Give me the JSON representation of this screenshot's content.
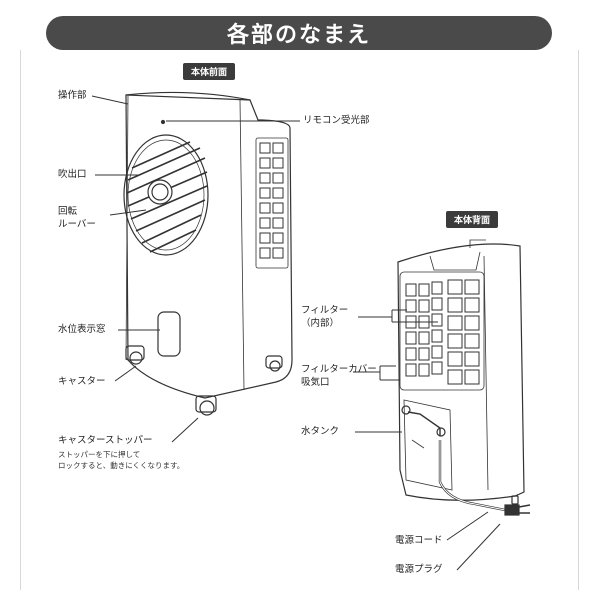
{
  "header": {
    "title": "各部のなまえ"
  },
  "front": {
    "badge": "本体前面",
    "labels": {
      "control_panel": "操作部",
      "remote_receiver": "リモコン受光部",
      "air_outlet": "吹出口",
      "louver_1": "回転",
      "louver_2": "ルーバー",
      "water_window": "水位表示窓",
      "caster": "キャスター",
      "caster_stopper": "キャスターストッパー"
    },
    "caster_note": [
      "ストッパーを下に押して",
      "ロックすると、動きにくくなります。"
    ]
  },
  "back": {
    "badge": "本体背面",
    "labels": {
      "filter_1": "フィルター",
      "filter_2": "（内部）",
      "filter_cover_1": "フィルターカバー",
      "filter_cover_2": "吸気口",
      "water_tank": "水タンク",
      "power_cord": "電源コード",
      "power_plug": "電源プラグ"
    }
  },
  "colors": {
    "title_bg": "#4a4a4a",
    "badge_bg": "#3b3b3b",
    "line": "#333333"
  }
}
